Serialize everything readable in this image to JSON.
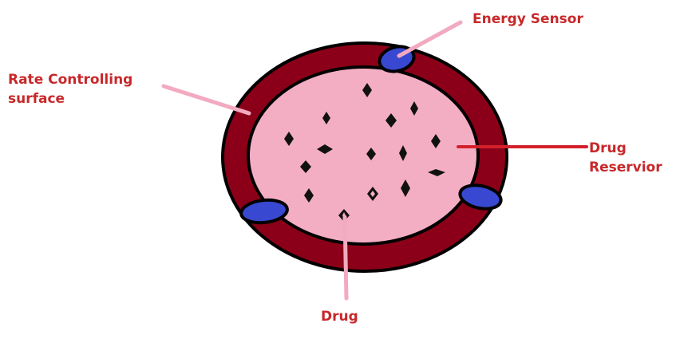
{
  "labels": {
    "energy_sensor": "Energy Sensor",
    "rate_controlling_line1": "Rate Controlling",
    "rate_controlling_line2": "surface",
    "drug_reservoir_line1": "Drug",
    "drug_reservoir_line2": "Reservior",
    "drug": "Drug"
  },
  "colors": {
    "outer_ring": "#8b0018",
    "reservoir_fill": "#f4aec4",
    "sensor": "#3848d0",
    "drug_particle": "#111111",
    "leader_pink": "#f2aac0",
    "leader_red": "#d4202a",
    "label_text": "#c8282a"
  }
}
